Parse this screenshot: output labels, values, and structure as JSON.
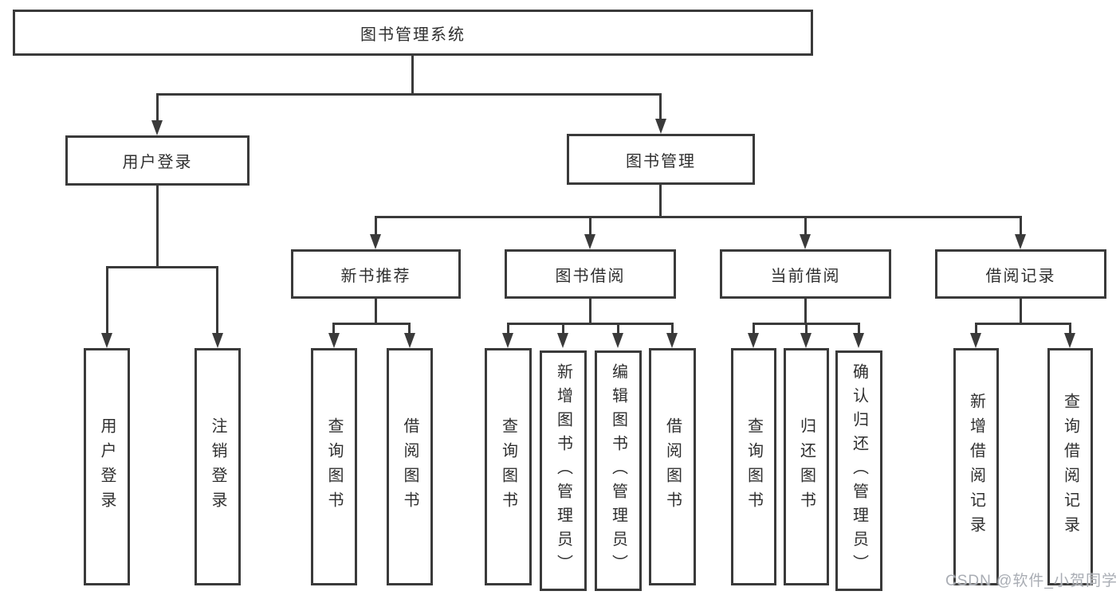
{
  "colors": {
    "line": "#3a3a3a",
    "text": "#2f2f2f",
    "box_fill": "#ffffff",
    "watermark": "#a9adb4"
  },
  "watermark": {
    "text": "CSDN @软件_小贺同学"
  },
  "tree": {
    "root": {
      "label": "图书管理系统"
    },
    "level2": [
      {
        "label": "用户登录",
        "children": [
          {
            "label": "用户登录"
          },
          {
            "label": "注销登录"
          }
        ]
      },
      {
        "label": "图书管理",
        "sections": [
          {
            "label": "新书推荐",
            "children": [
              {
                "label": "查询图书"
              },
              {
                "label": "借阅图书"
              }
            ]
          },
          {
            "label": "图书借阅",
            "children": [
              {
                "label": "查询图书"
              },
              {
                "label": "新增图书（管理员）"
              },
              {
                "label": "编辑图书（管理员）"
              },
              {
                "label": "借阅图书"
              }
            ]
          },
          {
            "label": "当前借阅",
            "children": [
              {
                "label": "查询图书"
              },
              {
                "label": "归还图书"
              },
              {
                "label": "确认归还（管理员）"
              }
            ]
          },
          {
            "label": "借阅记录",
            "children": [
              {
                "label": "新增借阅记录"
              },
              {
                "label": "查询借阅记录"
              }
            ]
          }
        ]
      }
    ]
  }
}
